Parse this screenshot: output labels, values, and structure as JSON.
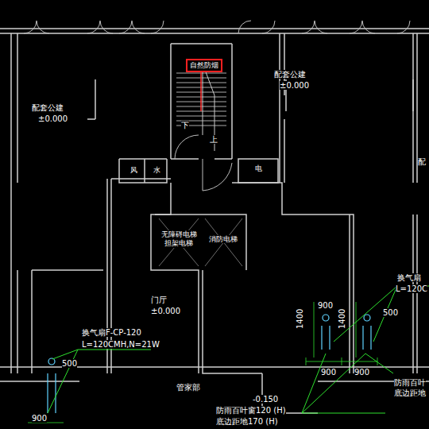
{
  "diagram": {
    "nodes": [
      {
        "text": [
          "自然防烟"
        ]
      },
      {
        "text": [
          "无障碍电梯",
          "担架电梯"
        ]
      },
      {
        "text": [
          "消防电梯"
        ]
      },
      {
        "text": [
          "风"
        ]
      },
      {
        "text": [
          "水"
        ]
      },
      {
        "text": [
          "电"
        ]
      }
    ],
    "labels": [
      "下",
      "上",
      "配套公建",
      "±0.000",
      "配套公建",
      "±0.000",
      "配",
      "门厅",
      "±0.000",
      "换气扇F-CP-120",
      "L=120CMH,N=21W",
      "500",
      "900",
      "管家部",
      "-0.150",
      "防雨百叶窗120 (H)",
      "底边距地170 (H)",
      "换气扇",
      "L=120C",
      "1400",
      "1400",
      "900",
      "500",
      "900",
      "900",
      "防雨百叶",
      "底边距地"
    ]
  }
}
